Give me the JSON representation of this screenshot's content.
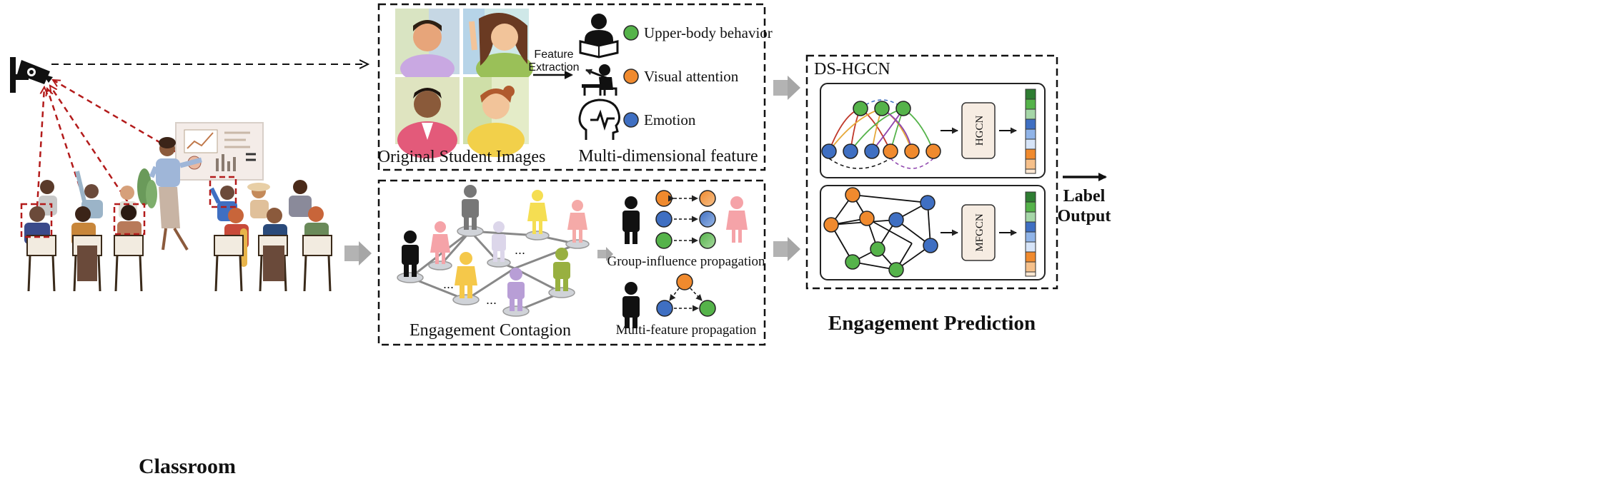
{
  "classroom": {
    "label": "Classroom"
  },
  "feature_panel": {
    "images_label": "Original Student Images",
    "extraction_label_line1": "Feature",
    "extraction_label_line2": "Extraction",
    "multi_label": "Multi-dimensional feature",
    "features": [
      {
        "label": "Upper-body behavior",
        "color": "#55b34a",
        "icon": "reading-person-icon"
      },
      {
        "label": "Visual attention",
        "color": "#f08a2e",
        "icon": "desk-person-icon"
      },
      {
        "label": "Emotion",
        "color": "#3f6fc2",
        "icon": "head-heartbeat-icon"
      }
    ]
  },
  "contagion_panel": {
    "label": "Engagement Contagion",
    "ellipsis": "...",
    "group_label": "Group-influence propagation",
    "multi_label": "Multi-feature propagation"
  },
  "model_panel": {
    "title": "DS-HGCN",
    "hgcn_label": "HGCN",
    "mfgcn_label": "MFGCN"
  },
  "prediction": {
    "label": "Engagement Prediction",
    "output_line1": "Label",
    "output_line2": "Output"
  },
  "colors": {
    "green": "#55b34a",
    "orange": "#f08a2e",
    "blue": "#3f6fc2",
    "red_dashed": "#b31b1b",
    "arrow_gray": "#a6a6a6",
    "gcn_box": "#f6ece2"
  }
}
